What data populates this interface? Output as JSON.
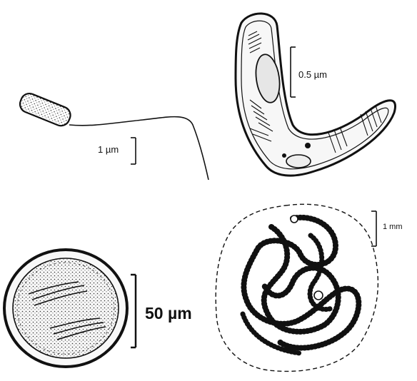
{
  "scale_bars": {
    "rod_bacterium": "1 µm",
    "curved_cell": "0.5 µm",
    "round_cell": "50 µm",
    "colony": "1 mm"
  },
  "colors": {
    "ink": "#111111",
    "background": "#ffffff",
    "membrane_fill": "#eeeeee"
  }
}
